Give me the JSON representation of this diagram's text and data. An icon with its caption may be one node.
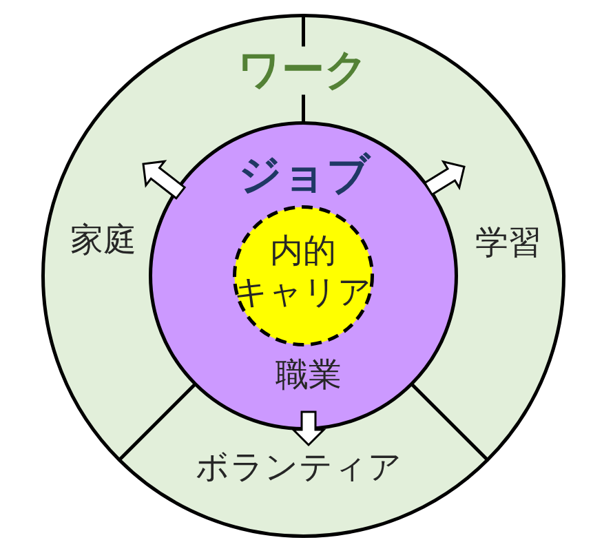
{
  "diagram": {
    "nodes": [
      {
        "text": [
          "ワーク"
        ]
      },
      {
        "text": [
          "家庭"
        ],
        "in": 0
      },
      {
        "text": [
          "学習"
        ],
        "in": 0
      },
      {
        "text": [
          "ボランティア"
        ],
        "in": 0
      },
      {
        "text": [
          "ジョブ",
          "職業"
        ],
        "in": 0
      },
      {
        "text": [
          "内的キャリア"
        ],
        "in": 4
      }
    ],
    "edges": [
      {
        "from": 4,
        "to": 1,
        "arrow": "to"
      },
      {
        "from": 4,
        "to": 2,
        "arrow": "to"
      },
      {
        "from": 4,
        "to": 3,
        "arrow": "to"
      }
    ]
  }
}
